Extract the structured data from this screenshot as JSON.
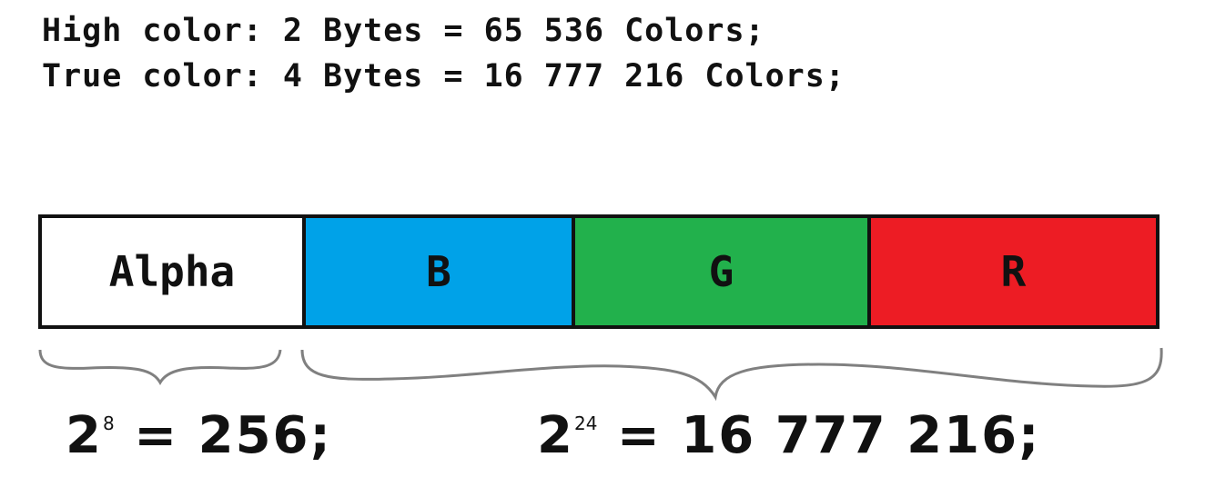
{
  "header": {
    "high_color": "High color: 2 Bytes = 65 536 Colors;",
    "true_color": "True color: 4 Bytes = 16 777 216 Colors;"
  },
  "channels": [
    {
      "label": "Alpha",
      "color": "#ffffff"
    },
    {
      "label": "B",
      "color": "#00a2e8"
    },
    {
      "label": "G",
      "color": "#22b14c"
    },
    {
      "label": "R",
      "color": "#ed1c24"
    }
  ],
  "formulas": {
    "alpha": {
      "base": "2",
      "exponent": "8",
      "rest": " = 256;"
    },
    "bgr": {
      "base": "2",
      "exponent": "24",
      "rest": " = 16 777 216;"
    }
  },
  "colors": {
    "outline": "#111111",
    "brace": "#808080"
  }
}
